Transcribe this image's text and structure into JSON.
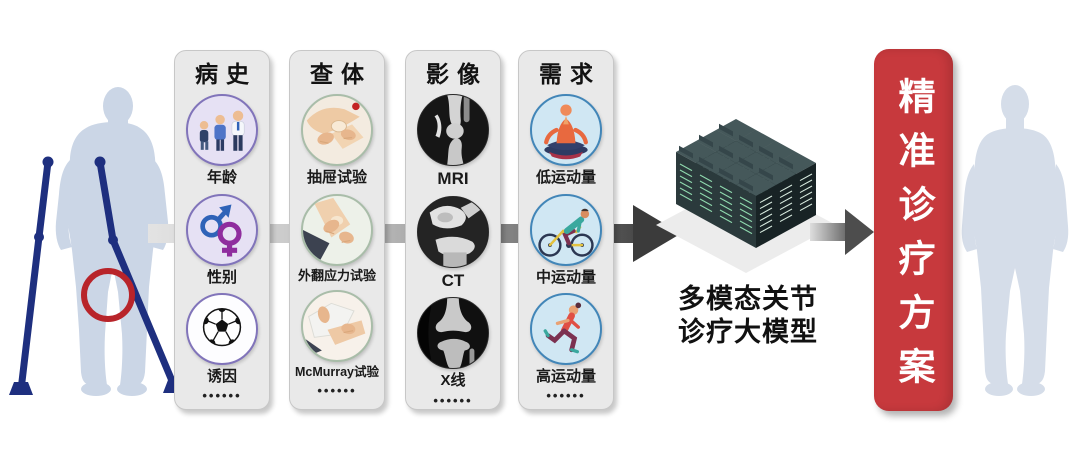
{
  "flow": {
    "columns": [
      {
        "title": "病史",
        "more": "••••••",
        "items": [
          {
            "label": "年龄",
            "icon": "age-group-icon"
          },
          {
            "label": "性别",
            "icon": "gender-symbols-icon"
          },
          {
            "label": "诱因",
            "icon": "soccer-ball-icon"
          }
        ]
      },
      {
        "title": "查体",
        "more": "••••••",
        "items": [
          {
            "label": "抽屉试验",
            "icon": "drawer-test-icon"
          },
          {
            "label": "外翻应力试验",
            "icon": "valgus-stress-test-icon"
          },
          {
            "label": "McMurray试验",
            "icon": "mcmurray-test-icon"
          }
        ]
      },
      {
        "title": "影像",
        "more": "••••••",
        "items": [
          {
            "label": "MRI",
            "icon": "mri-scan-icon"
          },
          {
            "label": "CT",
            "icon": "ct-scan-icon"
          },
          {
            "label": "X线",
            "icon": "xray-scan-icon"
          }
        ]
      },
      {
        "title": "需求",
        "more": "••••••",
        "items": [
          {
            "label": "低运动量",
            "icon": "yoga-meditation-icon"
          },
          {
            "label": "中运动量",
            "icon": "cycling-icon"
          },
          {
            "label": "高运动量",
            "icon": "running-icon"
          }
        ]
      }
    ],
    "model_label_line1": "多模态关节",
    "model_label_line2": "诊疗大模型",
    "output_label": "精准诊疗方案"
  },
  "colors": {
    "accent_red": "#c7393d",
    "knee_highlight_red": "#b8242a",
    "crutch_navy": "#1e2f7f",
    "panel_gray": "#e9e9e9",
    "arrow_dark": "#3b3b3b",
    "history_circle_border": "#8174ba",
    "exam_circle_border": "#a9bda9",
    "demand_circle_border": "#4286b8"
  }
}
